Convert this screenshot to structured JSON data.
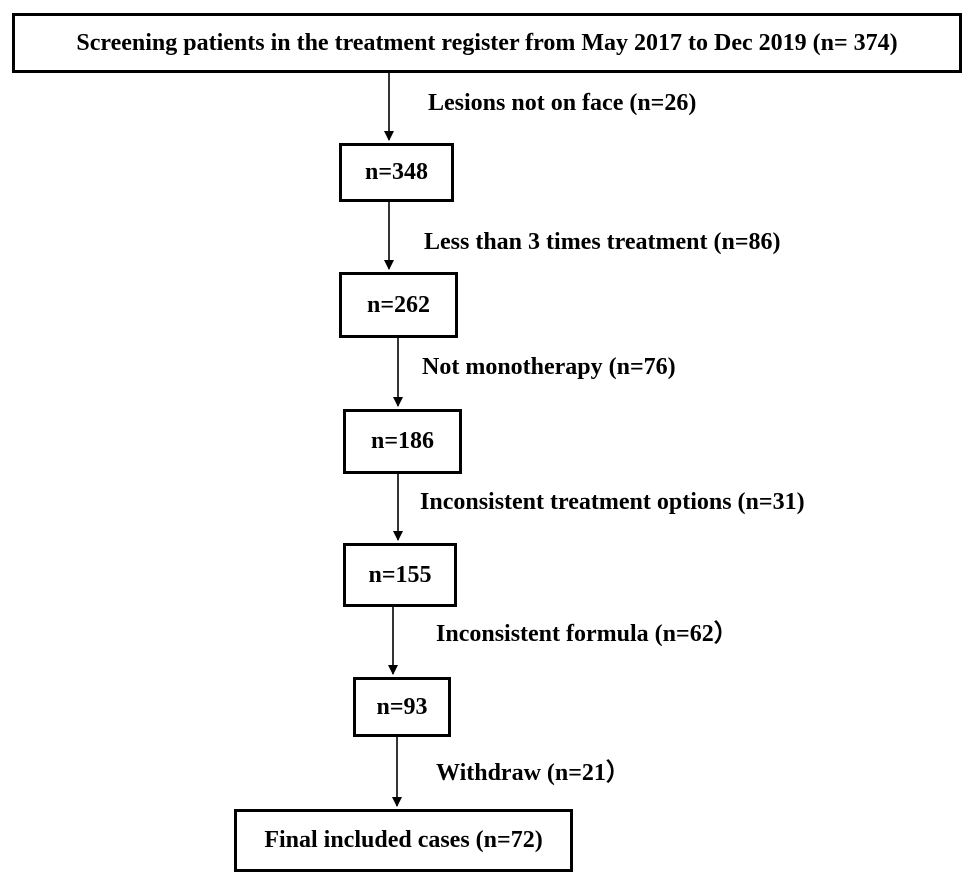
{
  "flowchart": {
    "steps": [
      {
        "text": "Screening patients in the treatment register from May 2017 to Dec 2019 (n= 374)"
      },
      {
        "text": "n=348"
      },
      {
        "text": "n=262"
      },
      {
        "text": "n=186"
      },
      {
        "text": "n=155"
      },
      {
        "text": "n=93"
      },
      {
        "text": "Final included cases (n=72)"
      }
    ],
    "exclusions": [
      {
        "text": "Lesions not on face (n=26)"
      },
      {
        "text": "Less than 3 times treatment (n=86)"
      },
      {
        "text": "Not monotherapy (n=76)"
      },
      {
        "text": "Inconsistent treatment options (n=31)"
      },
      {
        "text": "Inconsistent formula (n=62）"
      },
      {
        "text": "Withdraw (n=21）"
      }
    ]
  }
}
